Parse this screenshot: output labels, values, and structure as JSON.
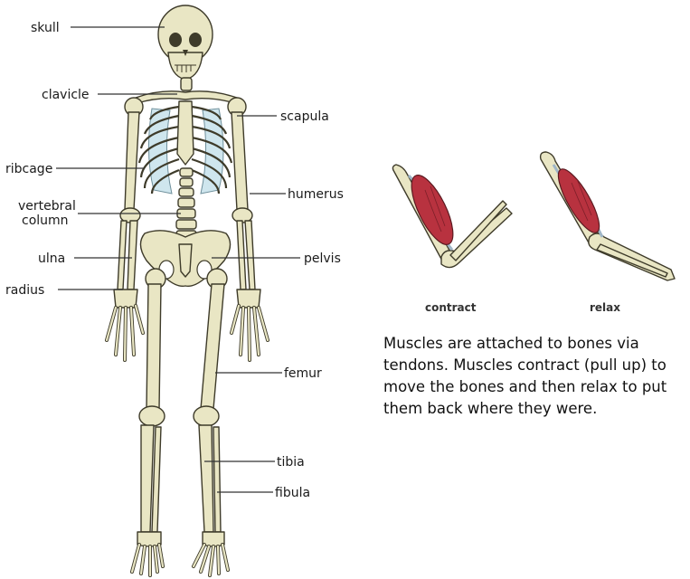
{
  "labels": {
    "skull": "skull",
    "clavicle": "clavicle",
    "scapula": "scapula",
    "ribcage": "ribcage",
    "humerus": "humerus",
    "vertebral_line1": "vertebral",
    "vertebral_line2": "column",
    "ulna": "ulna",
    "pelvis": "pelvis",
    "radius": "radius",
    "femur": "femur",
    "tibia": "tibia",
    "fibula": "fibula"
  },
  "arm_captions": {
    "contract": "contract",
    "relax": "relax"
  },
  "description": "Muscles are attached to bones via tendons. Muscles contract (pull up) to move the bones and then relax to put them back where they were.",
  "colors": {
    "bone": "#e9e6c4",
    "muscle": "#b8323f",
    "cartilage": "#cfe6ee"
  }
}
